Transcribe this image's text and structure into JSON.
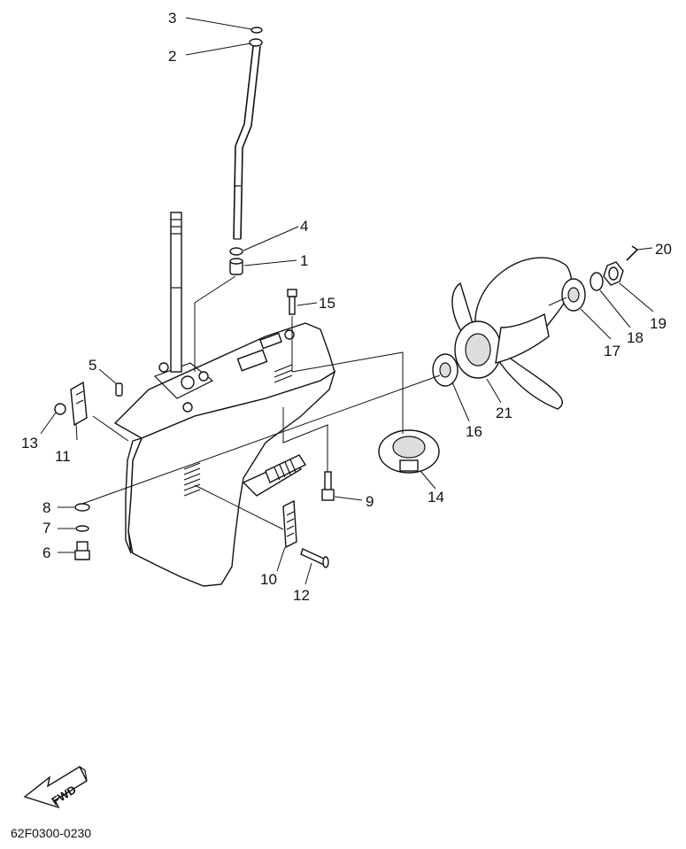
{
  "diagram": {
    "part_labels": {
      "p1": "1",
      "p2": "2",
      "p3": "3",
      "p4": "4",
      "p5": "5",
      "p6": "6",
      "p7": "7",
      "p8": "8",
      "p9": "9",
      "p10": "10",
      "p11": "11",
      "p12": "12",
      "p13": "13",
      "p14": "14",
      "p15": "15",
      "p16": "16",
      "p17": "17",
      "p18": "18",
      "p19": "19",
      "p20": "20",
      "p21": "21"
    },
    "fwd_label": "FWD",
    "drawing_code": "62F0300-0230"
  }
}
